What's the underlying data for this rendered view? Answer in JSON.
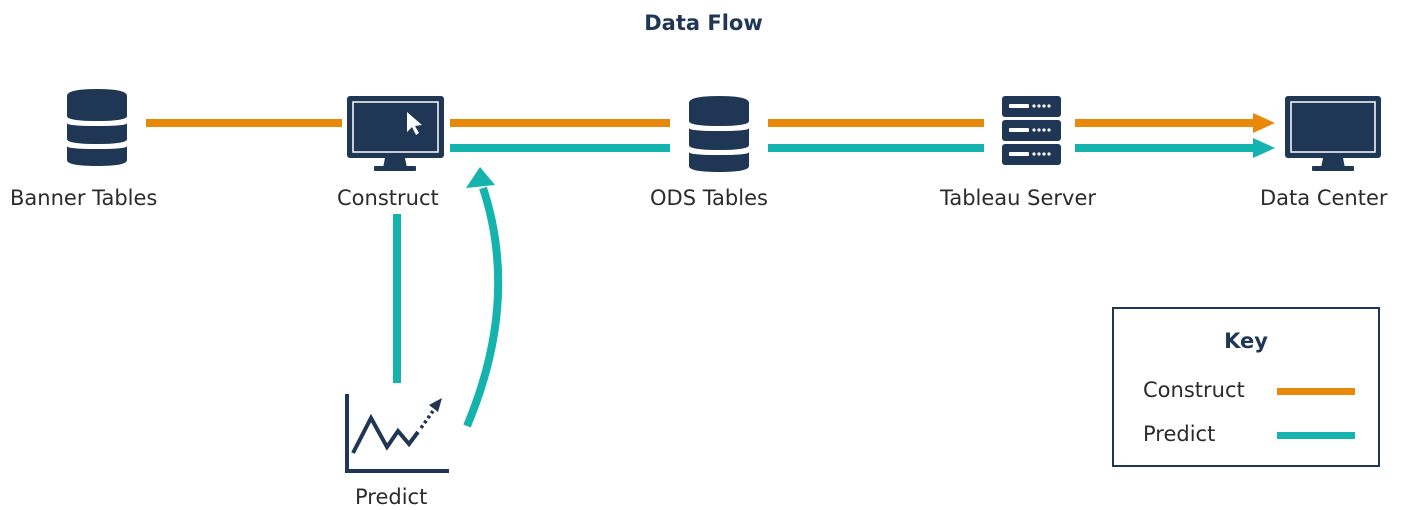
{
  "title": "Data Flow",
  "colors": {
    "construct": "#e8890c",
    "predict": "#14b3ae",
    "icon": "#1f3655"
  },
  "nodes": {
    "banner_tables": {
      "label": "Banner Tables",
      "icon": "database-icon"
    },
    "construct": {
      "label": "Construct",
      "icon": "monitor-cursor-icon"
    },
    "ods_tables": {
      "label": "ODS Tables",
      "icon": "database-icon"
    },
    "tableau_server": {
      "label": "Tableau Server",
      "icon": "server-icon"
    },
    "data_center": {
      "label": "Data Center",
      "icon": "monitor-icon"
    },
    "predict": {
      "label": "Predict",
      "icon": "trend-chart-icon"
    }
  },
  "legend": {
    "title": "Key",
    "items": [
      {
        "label": "Construct",
        "color": "#e8890c"
      },
      {
        "label": "Predict",
        "color": "#14b3ae"
      }
    ]
  }
}
